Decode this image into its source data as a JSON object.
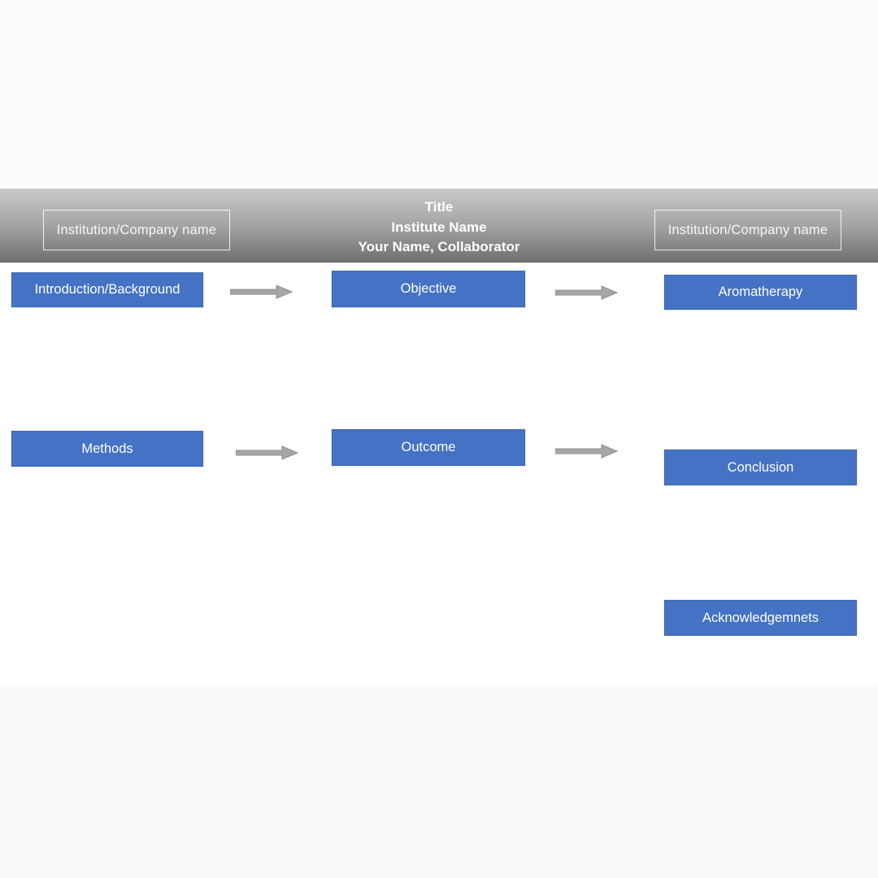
{
  "header": {
    "institution_left": "Institution/Company name",
    "institution_right": "Institution/Company name",
    "title": "Title",
    "institute": "Institute Name",
    "authors": "Your Name, Collaborator"
  },
  "boxes": {
    "introduction": "Introduction/Background",
    "objective": "Objective",
    "aromatherapy": "Aromatherapy",
    "methods": "Methods",
    "outcome": "Outcome",
    "conclusion": "Conclusion",
    "acknowledgements": "Acknowledgemnets"
  },
  "icons": {
    "arrow": "right-arrow"
  },
  "colors": {
    "box_blue": "#4472c4",
    "box_border_blue": "#3e66b0",
    "band_gradient_top": "#cacaca",
    "band_gradient_bottom": "#6e6e6e",
    "arrow_gray": "#a6a6a6",
    "text_white": "#ffffff",
    "top_strip": "#fbfbfb",
    "bottom_strip": "#fafafa"
  }
}
